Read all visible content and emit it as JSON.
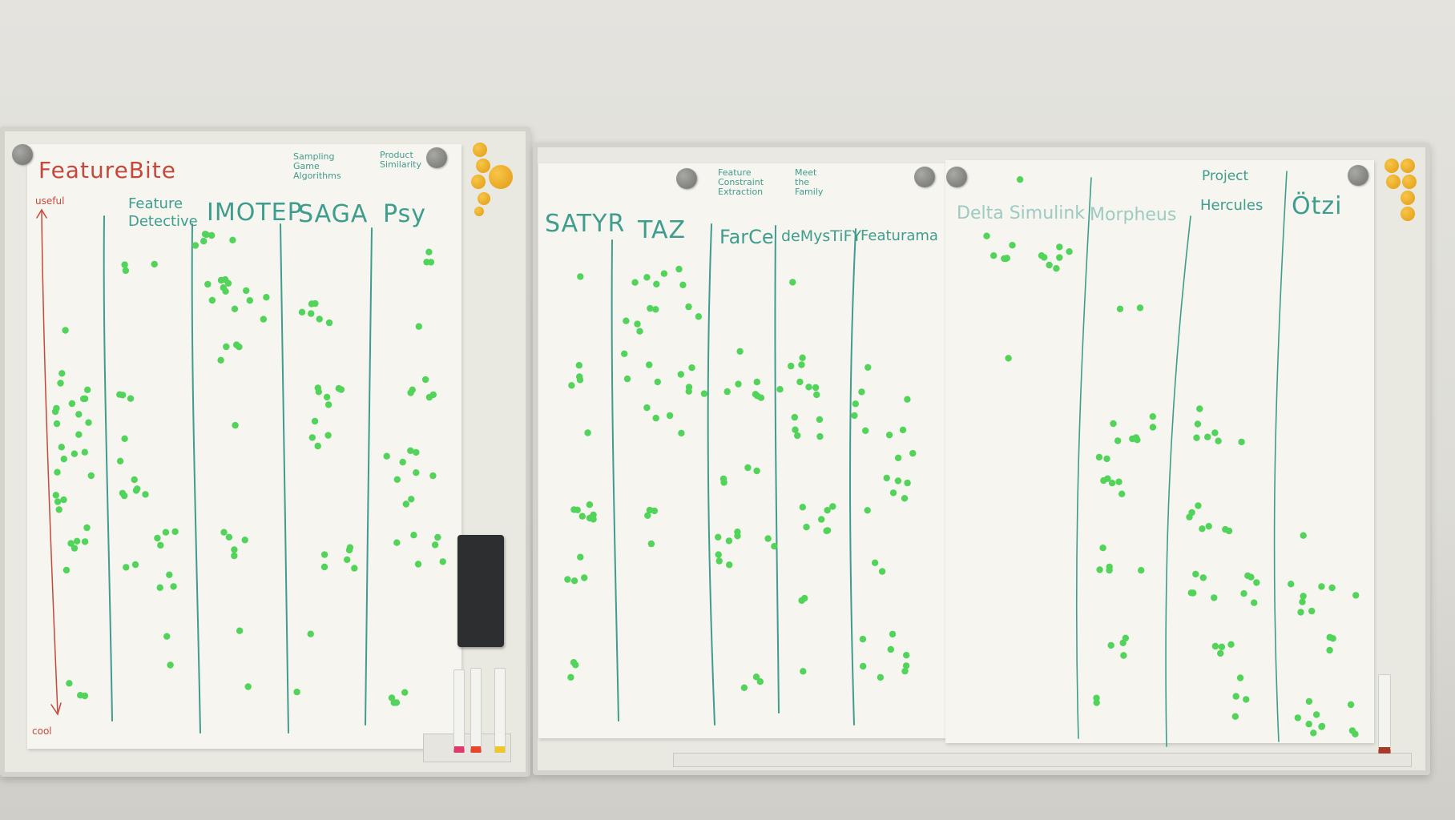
{
  "board_left": {
    "title": "FeatureBite",
    "axis_top": "useful",
    "axis_bottom": "cool",
    "columns": [
      {
        "label": "Feature Detective"
      },
      {
        "label": "IMOTEP"
      },
      {
        "label": "SAGA",
        "note": "Sampling Game Algorithms"
      },
      {
        "label": "Psy",
        "note": "Product Similarity"
      }
    ]
  },
  "board_right_a": {
    "columns": [
      {
        "label": "SATYR"
      },
      {
        "label": "TAZ"
      },
      {
        "label": "FarCe",
        "note": "Feature Constraint Extraction"
      },
      {
        "label": "deMysTiFY",
        "note": "Meet the Family"
      },
      {
        "label": "Featurama"
      }
    ]
  },
  "board_right_b": {
    "columns": [
      {
        "label": "Delta Simulink"
      },
      {
        "label": "Morpheus"
      },
      {
        "label": "Hercules",
        "note": "Project"
      },
      {
        "label": "Ötzi"
      }
    ]
  },
  "colors": {
    "ink_teal": "#3f9d8e",
    "ink_red": "#c4493c",
    "dot_green": "#52d35a",
    "paper": "#f6f5ef",
    "magnet_orange": "#eca51d"
  }
}
